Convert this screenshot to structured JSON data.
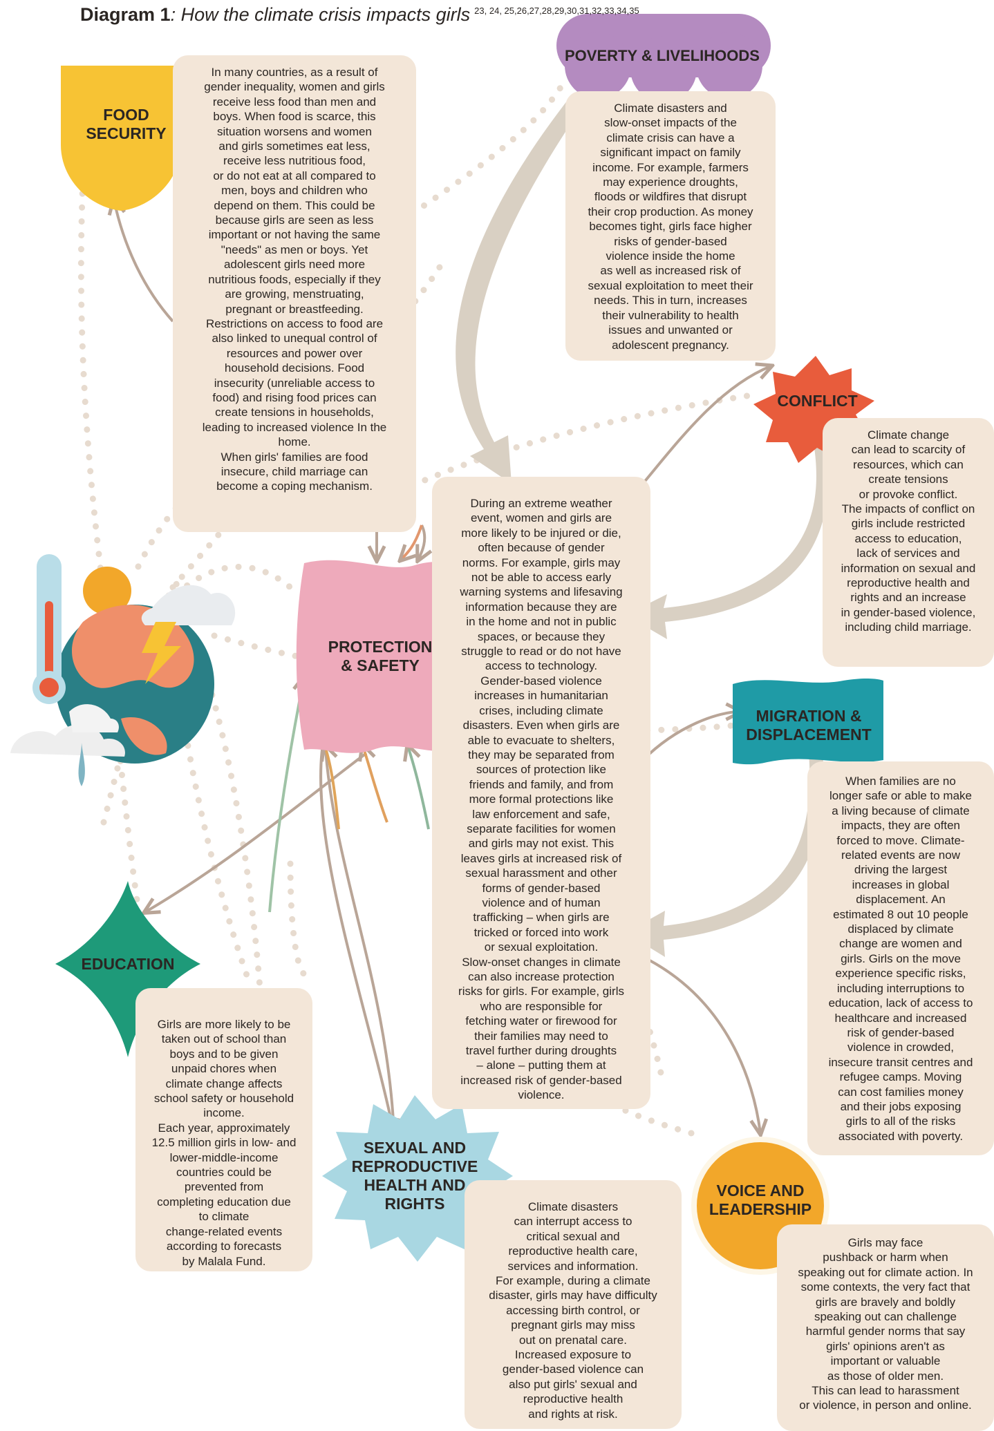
{
  "title": {
    "prefix": "Diagram 1",
    "text": ": How the climate crisis impacts girls",
    "refs": "23, 24, 25,26,27,28,29,30,31,32,33,34,35"
  },
  "colors": {
    "card": "#f3e6d8",
    "food": "#f7c334",
    "poverty": "#b48bc0",
    "conflict": "#e85c3c",
    "protection": "#eeaabb",
    "migration": "#1f9ba6",
    "education": "#1e9a79",
    "srhr": "#a9d7e2",
    "voice": "#f2a72a"
  },
  "nodes": {
    "food": "FOOD\nSECURITY",
    "poverty": "POVERTY & LIVELIHOODS",
    "conflict": "CONFLICT",
    "protection": "PROTECTION\n& SAFETY",
    "migration": "MIGRATION &\nDISPLACEMENT",
    "education": "EDUCATION",
    "srhr": "SEXUAL AND\nREPRODUCTIVE\nHEALTH AND\nRIGHTS",
    "voice": "VOICE AND\nLEADERSHIP"
  },
  "texts": {
    "food": "In many countries, as a result of\ngender inequality, women and girls\nreceive less food than men and\nboys. When food is scarce, this\nsituation worsens and women\nand girls sometimes eat less,\nreceive less nutritious food,\nor do not eat at all compared to\nmen, boys and children who\ndepend on them. This could be\nbecause girls are seen as less\nimportant or not having the same\n\"needs\" as men or boys. Yet\nadolescent girls need more\nnutritious foods, especially if they\nare growing, menstruating,\npregnant or breastfeeding.\nRestrictions on access to food are\nalso linked to unequal control of\nresources and power over\nhousehold decisions.  Food\ninsecurity (unreliable access to\nfood) and rising food prices can\ncreate tensions in households,\nleading to increased violence In the\nhome.\nWhen girls' families are food\ninsecure, child marriage can\nbecome a coping mechanism.",
    "poverty": "Climate disasters and\nslow-onset impacts of the\nclimate crisis can have a\nsignificant impact on family\nincome. For example, farmers\nmay experience droughts,\nfloods or wildfires that disrupt\ntheir crop production. As money\nbecomes tight, girls face higher\nrisks of gender-based\nviolence inside the home\nas well as increased risk of\nsexual exploitation to meet their\nneeds.  This in turn, increases\ntheir vulnerability to health\nissues and unwanted or\nadolescent pregnancy.",
    "conflict": "Climate change\ncan lead to scarcity of\nresources, which can\ncreate tensions\nor provoke conflict.\nThe impacts of conflict on\ngirls include restricted\naccess to education,\nlack of services and\ninformation on sexual and\nreproductive health and\nrights and an increase\nin gender-based violence,\nincluding child marriage.",
    "protection": "During an extreme weather\nevent, women and girls are\nmore likely to be injured or die,\noften because of gender\nnorms. For example, girls may\nnot be able to access early\nwarning systems and lifesaving\ninformation because they are\nin the home and not in public\nspaces, or because they\nstruggle to read or do not have\naccess to technology.\nGender-based violence\nincreases in humanitarian\ncrises, including climate\ndisasters. Even when girls are\nable to evacuate to shelters,\nthey may be separated from\nsources of protection like\nfriends and family, and from\nmore formal protections like\nlaw enforcement and safe,\nseparate facilities for women\nand girls may not exist. This\nleaves girls at increased risk of\nsexual harassment and other\nforms of gender-based\nviolence and of human\ntrafficking – when girls are\ntricked or forced into work\nor sexual exploitation.\nSlow-onset changes in climate\ncan also increase protection\nrisks for girls. For example, girls\nwho are responsible for\nfetching water or firewood for\ntheir families may need to\ntravel further during droughts\n– alone – putting them at\nincreased risk of gender-based\nviolence.",
    "migration": "When families are no\nlonger safe or able to make\na living because of climate\nimpacts, they are often\nforced to move. Climate-\nrelated events  are now\ndriving the largest\nincreases in global\ndisplacement.  An\nestimated 8 out 10 people\ndisplaced by climate\nchange are women and\ngirls.  Girls on the move\nexperience specific risks,\nincluding interruptions to\neducation, lack of access to\nhealthcare and increased\nrisk of gender-based\nviolence in crowded,\ninsecure transit centres and\nrefugee camps.  Moving\ncan cost families money\nand their jobs exposing\ngirls to all of the risks\nassociated with poverty.",
    "education": "Girls are more likely to be\ntaken out of school than\nboys and to be given\nunpaid chores when\nclimate change affects\nschool safety or household\nincome.\nEach year, approximately\n12.5 million girls in low- and\nlower-middle-income\ncountries could be\nprevented from\ncompleting education due\nto climate\nchange-related events\naccording to forecasts\nby Malala Fund.",
    "srhr": "Climate disasters\ncan interrupt access to\ncritical sexual and\nreproductive health care,\nservices and information.\nFor example, during a climate\ndisaster, girls may have difficulty\naccessing birth control, or\npregnant girls may miss\nout on prenatal care.\nIncreased exposure to\ngender-based violence can\nalso put girls' sexual and\nreproductive health\nand rights at risk.",
    "voice": "Girls may face\npushback or harm when\nspeaking out  for climate action. In\nsome contexts, the very fact that\ngirls are bravely and boldly\nspeaking out can challenge\nharmful gender norms that say\ngirls' opinions aren't as\nimportant or valuable\nas those of older men.\nThis can lead to harassment\nor violence, in person and online."
  }
}
